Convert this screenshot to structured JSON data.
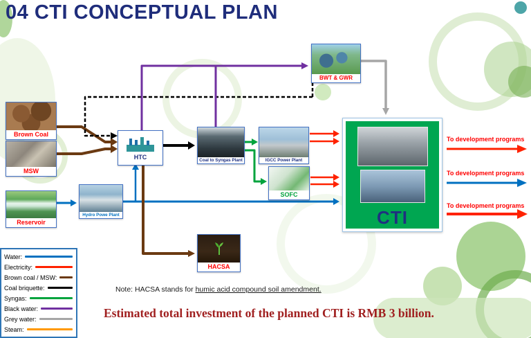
{
  "title": {
    "text": "04 CTI CONCEPTUAL PLAN",
    "color": "#1F2D7B"
  },
  "nodes": {
    "brown_coal": {
      "label": "Brown Coal",
      "color": "#FF0000"
    },
    "msw": {
      "label": "MSW",
      "color": "#FF0000"
    },
    "reservoir": {
      "label": "Reservoir",
      "color": "#FF0000"
    },
    "htc": {
      "label": "HTC",
      "color": "#1F3080"
    },
    "coal_to_syngas": {
      "label": "Coal to Syngas Plant",
      "color": "#1F3080"
    },
    "igcc": {
      "label": "IGCC Power Plant",
      "color": "#1F3080"
    },
    "sofc": {
      "label": "SOFC",
      "color": "#00A33D"
    },
    "bwt_gwr": {
      "label": "BWT & GWR",
      "color": "#FF0000"
    },
    "hydro": {
      "label": "Hydro Powe Plant",
      "color": "#0070C0"
    },
    "hacsa": {
      "label": "HACSA",
      "color": "#FF0000"
    },
    "cti": {
      "label": "CTI",
      "color": "#1F3080"
    }
  },
  "outputs": [
    {
      "label": "To development programs",
      "color": "#FF0000",
      "arrow": "electricity"
    },
    {
      "label": "To development programs",
      "color": "#FF0000",
      "arrow": "water"
    },
    {
      "label": "To development programs",
      "color": "#FF0000",
      "arrow": "electricity"
    }
  ],
  "legend": {
    "items": [
      {
        "key": "water",
        "label": "Water:",
        "color": "#0070C0",
        "style": "solid"
      },
      {
        "key": "electricity",
        "label": "Electricity:",
        "color": "#FF2200",
        "style": "solid"
      },
      {
        "key": "brown",
        "label": "Brown coal / MSW:",
        "color": "#6B3A12",
        "style": "solid"
      },
      {
        "key": "briquette",
        "label": "Coal briquette:",
        "color": "#000000",
        "style": "solid"
      },
      {
        "key": "syngas",
        "label": "Syngas:",
        "color": "#00A33D",
        "style": "solid"
      },
      {
        "key": "blackwater",
        "label": "Black water:",
        "color": "#7030A0",
        "style": "solid"
      },
      {
        "key": "greywater",
        "label": "Grey water:",
        "color": "#A6A6A6",
        "style": "solid"
      },
      {
        "key": "steam",
        "label": "Steam:",
        "color": "#FF9900",
        "style": "solid"
      }
    ]
  },
  "note": {
    "prefix": "Note: HACSA stands for ",
    "underlined": "humic acid compound soil amendment."
  },
  "footer": {
    "text": "Estimated total investment of the planned CTI  is RMB 3 billion.",
    "color": "#A02020"
  }
}
